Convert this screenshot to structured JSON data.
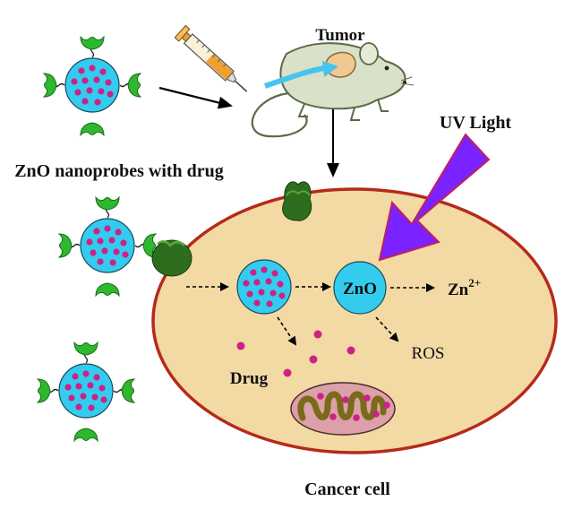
{
  "labels": {
    "tumor": "Tumor",
    "uv_light": "UV Light",
    "nanoprobes": "ZnO nanoprobes with drug",
    "zno": "ZnO",
    "zn": "Zn",
    "zn_superscript": "2+",
    "ros": "ROS",
    "drug": "Drug",
    "cancer_cell": "Cancer cell"
  },
  "colors": {
    "nanoparticle_fill": "#33ccee",
    "drug_dot": "#cc2288",
    "ligand_green": "#2eb82e",
    "receptor_green": "#2d6e1e",
    "cell_fill": "#f3d9a4",
    "cell_border": "#b52a1a",
    "uv_arrow": "#7a22ff",
    "mitochondria_fill": "#dba0a8",
    "mitochondria_inner": "#7a6a1a",
    "mouse_body": "#d9e1c8",
    "tumor_fill": "#f0c890"
  }
}
